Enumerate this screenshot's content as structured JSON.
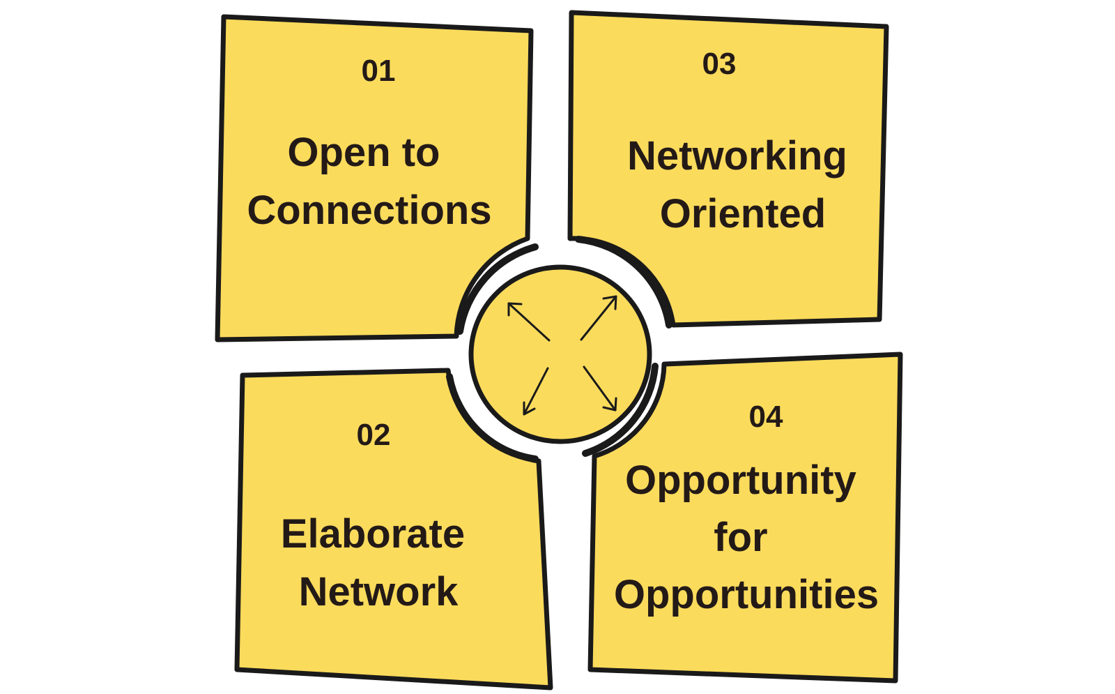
{
  "colors": {
    "card_fill": "#fbdb5c",
    "stroke": "#1a1a1a",
    "text": "#231a17",
    "background": "#ffffff"
  },
  "cards": [
    {
      "number": "01",
      "title_lines": [
        "Open to",
        "Connections"
      ]
    },
    {
      "number": "02",
      "title_lines": [
        "Elaborate",
        "Network"
      ]
    },
    {
      "number": "03",
      "title_lines": [
        "Networking",
        "Oriented"
      ]
    },
    {
      "number": "04",
      "title_lines": [
        "Opportunity",
        "for",
        "Opportunities"
      ]
    }
  ],
  "hub": {
    "icon": "arrows-outward-icon"
  }
}
